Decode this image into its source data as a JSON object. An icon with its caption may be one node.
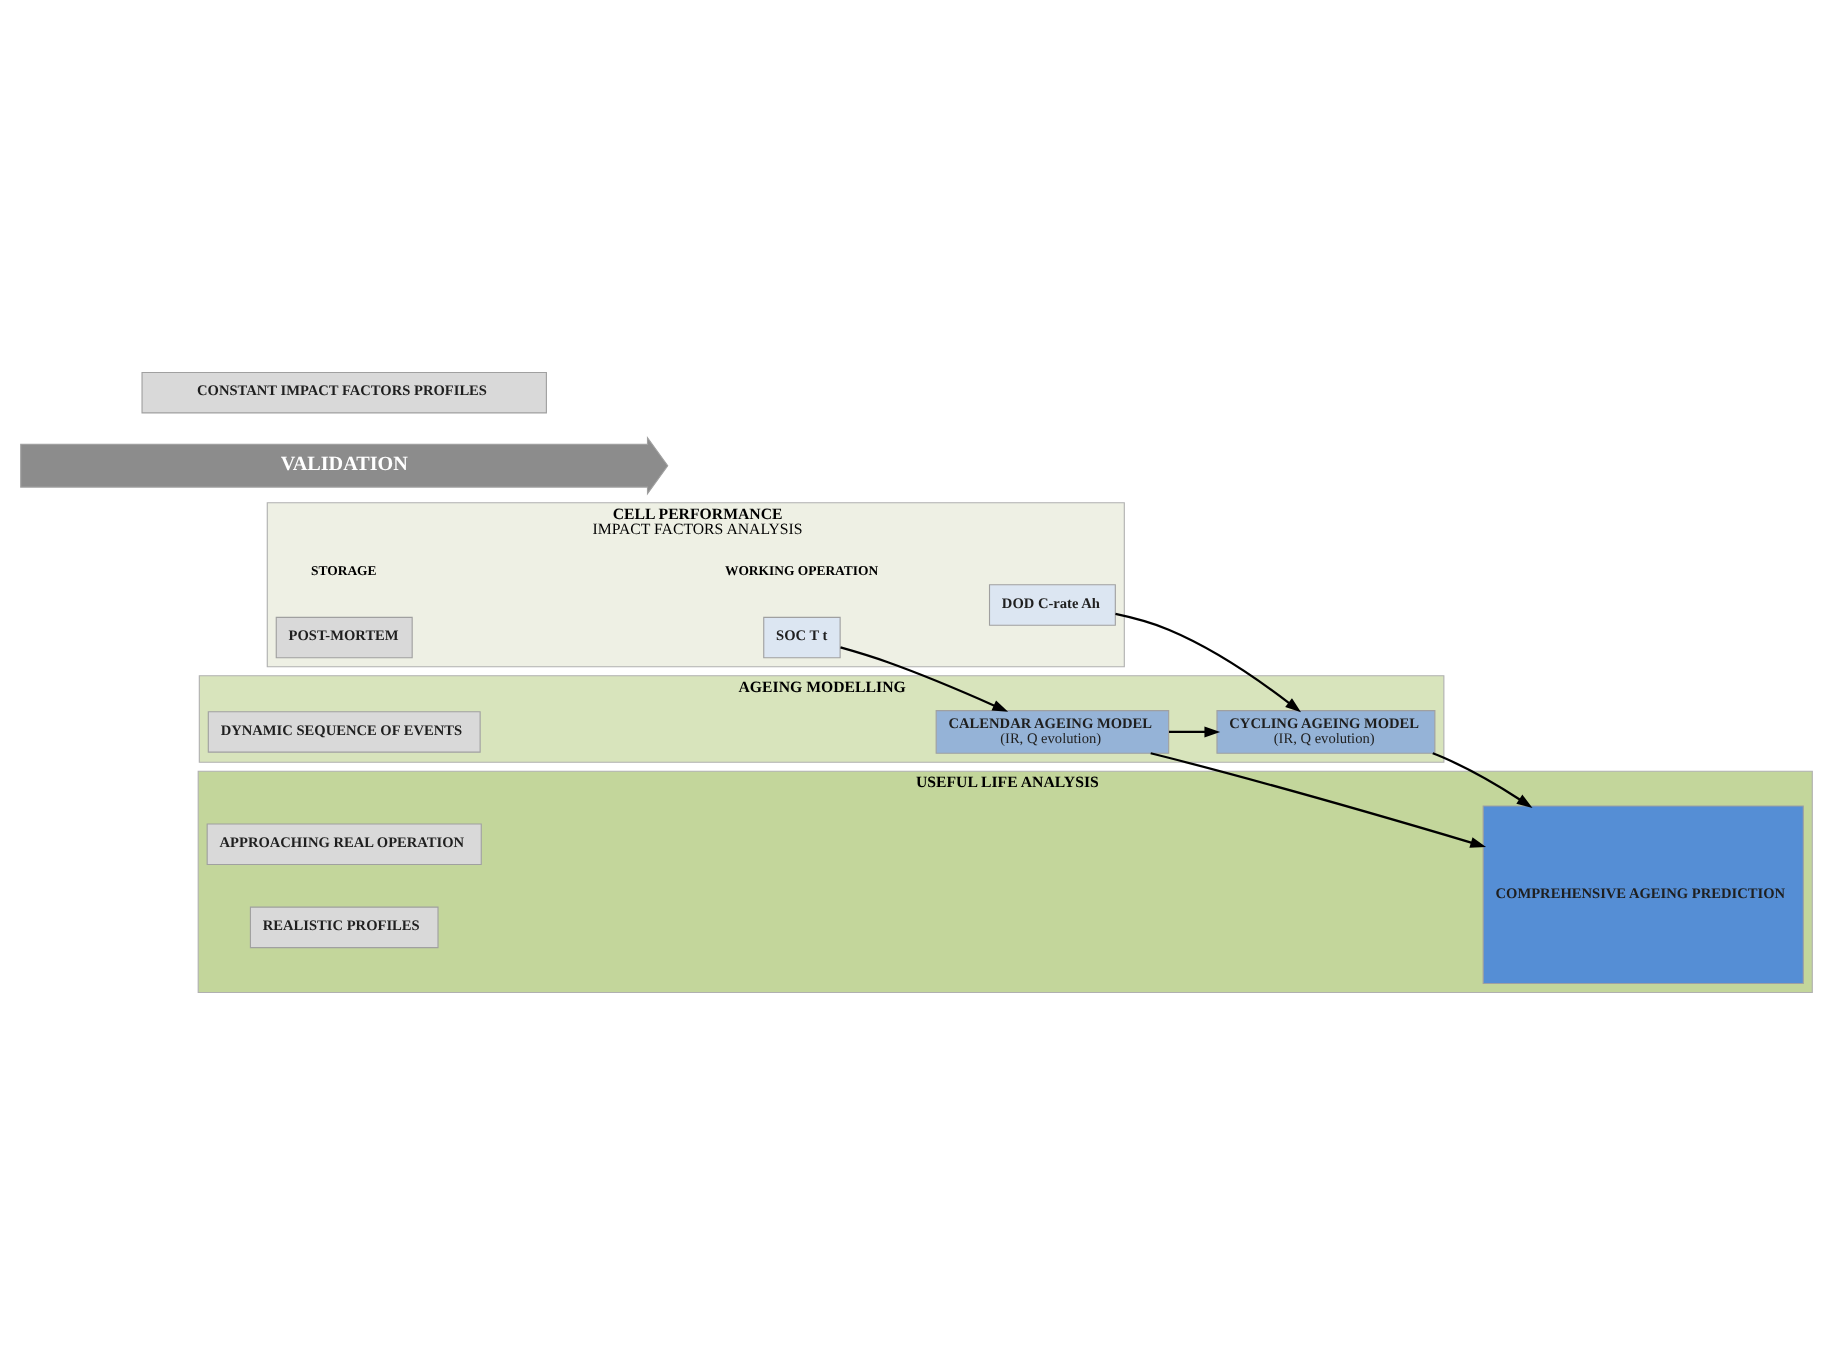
{
  "diagram": {
    "nodes": [
      {
        "text": [
          "CELL PERFORMANCE",
          "IMPACT FACTORS ANALYSIS"
        ]
      },
      {
        "text": [
          "SOC T t"
        ],
        "in": 0
      },
      {
        "text": [
          "DOD C-rate Ah"
        ],
        "in": 0
      },
      {
        "text": [
          "POST-MORTEM"
        ],
        "in": 0
      },
      {
        "text": [
          "AGEING MODELLING"
        ]
      },
      {
        "text": [
          "CALENDAR AGEING MODEL",
          "(IR, Q evolution)"
        ],
        "in": 4
      },
      {
        "text": [
          "CYCLING AGEING MODEL",
          "(IR, Q evolution)"
        ],
        "in": 4
      },
      {
        "text": [
          "DYNAMIC SEQUENCE OF EVENTS"
        ],
        "in": 4
      },
      {
        "text": [
          "USEFUL LIFE ANALYSIS"
        ]
      },
      {
        "text": [
          "COMPREHENSIVE AGEING PREDICTION"
        ],
        "in": 8
      },
      {
        "text": [
          "APPROACHING REAL OPERATION"
        ],
        "in": 8
      },
      {
        "text": [
          "REALISTIC PROFILES"
        ],
        "in": 8
      },
      {
        "text": [
          "VALIDATION"
        ]
      },
      {
        "text": [
          "CONSTANT IMPACT FACTORS PROFILES"
        ]
      }
    ],
    "edges": [
      {
        "from": 1,
        "to": 5,
        "arrow": "to"
      },
      {
        "from": 2,
        "to": 6,
        "arrow": "to"
      },
      {
        "from": 5,
        "to": 6,
        "arrow": "to"
      },
      {
        "from": 5,
        "to": 9,
        "arrow": "to"
      },
      {
        "from": 6,
        "to": 9,
        "arrow": "to"
      }
    ],
    "labels": [
      "STORAGE",
      "WORKING OPERATION"
    ]
  }
}
